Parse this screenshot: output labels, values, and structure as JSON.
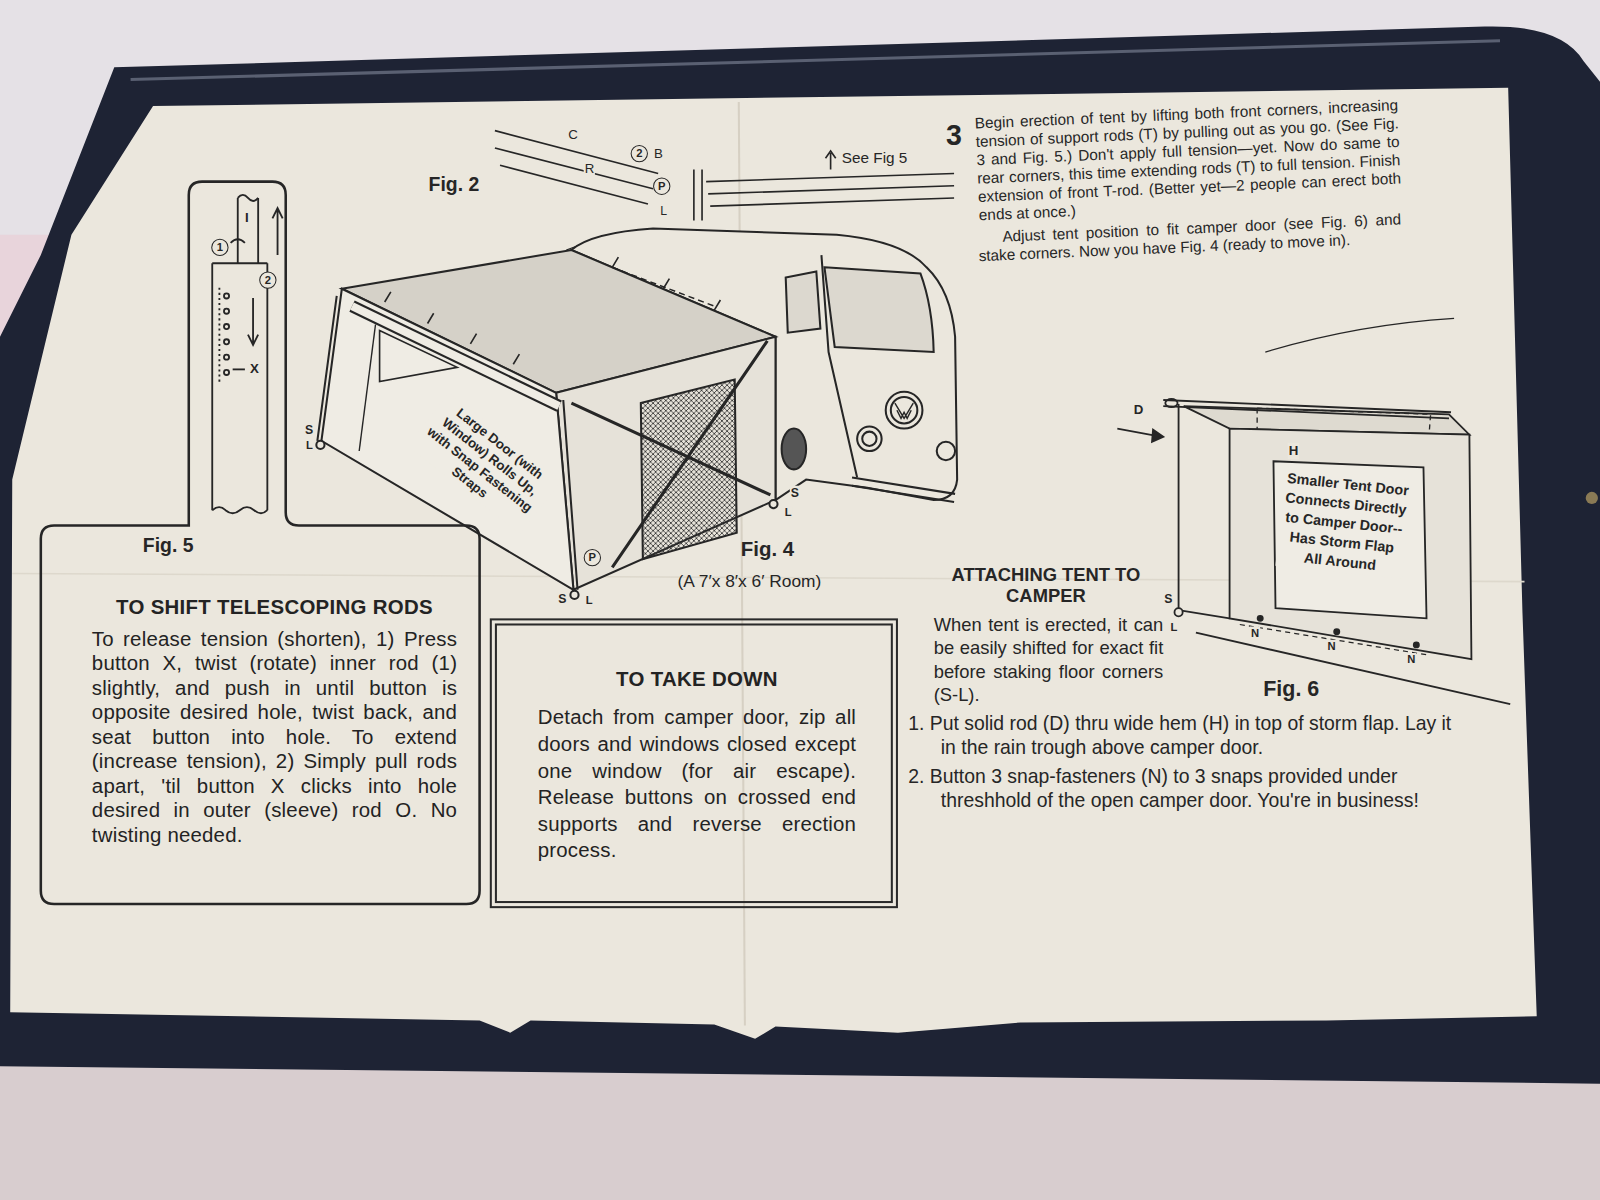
{
  "diagram": {
    "nodes": [
      {
        "text": [
          "TO SHIFT TELESCOPING RODS",
          "To release tension (shorten), 1) Press button X, twist (rotate) inner rod (1) slightly, and push in until button is opposite desired hole, twist back, and seat button into hole. To extend (increase tension), 2) Simply pull rods apart, 'til button X clicks into hole desired in outer (sleeve) rod O. No twisting needed."
        ]
      },
      {
        "text": [
          "TO TAKE DOWN",
          "Detach from camper door, zip all doors and windows closed except one window (for air escape). Release buttons on crossed end supports and reverse erection process."
        ]
      }
    ],
    "labels": [
      "Fig. 2",
      "C",
      "2",
      "B",
      "R",
      "P",
      "L",
      "See Fig 5",
      "3",
      "Begin erection of tent by lifting both front corners, increasing tension of support rods (T) by pulling out as you go. (See Fig. 3 and Fig. 5.) Don't apply full tension—yet. Now do same to rear corners, this time extending rods (T) to full tension. Finish extension of front T-rod. (Better yet—2 people can erect both ends at once.)",
      "Adjust tent position to fit camper door (see Fig. 6) and stake corners. Now you have Fig. 4 (ready to move in).",
      "I",
      "1",
      "2",
      "X",
      "Fig. 5",
      "S",
      "L",
      "Large Door (with Window) Rolls Up, with Snap Fastening Straps",
      "S",
      "L",
      "P",
      "S",
      "L",
      "Fig. 4",
      "(A 7′x 8′x 6′ Room)",
      "ATTACHING TENT TO CAMPER",
      "When tent is erected, it can be easily shifted for exact fit before staking floor corners (S-L).",
      "1. Put solid rod (D) thru wide hem (H) in top of storm flap. Lay it in the rain trough above camper door.",
      "2. Button 3 snap-fasteners (N) to 3 snaps provided under threshhold of the open camper door. You're in business!",
      "D",
      "H",
      "Smaller Tent Door Connects Directly to Camper Door--Has Storm Flap All Around",
      "N",
      "N",
      "N",
      "S",
      "L",
      "Fig. 6"
    ]
  }
}
